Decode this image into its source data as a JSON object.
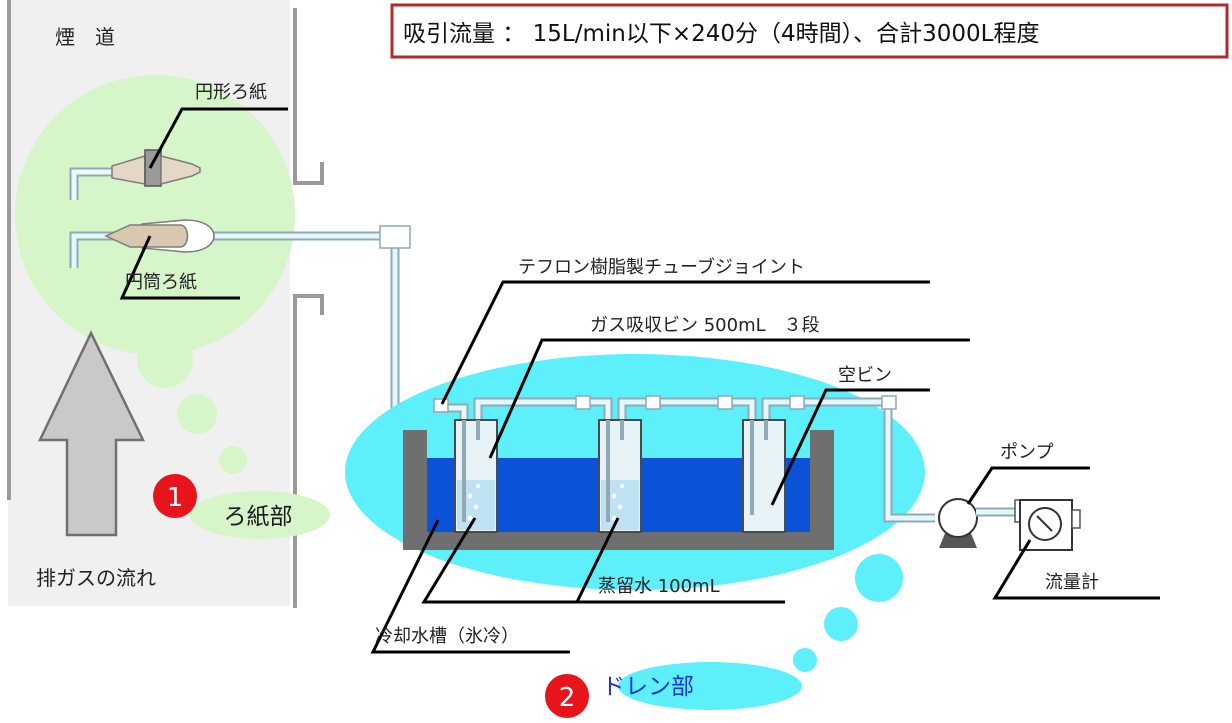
{
  "header_note": "吸引流量 ： 15L/min以下×240分（4時間）、合計3000L程度",
  "flue": {
    "title": "煙　道",
    "filter_round": "円形ろ紙",
    "filter_thimble": "円筒ろ紙",
    "flow_label": "排ガスの流れ"
  },
  "sections": {
    "filter": {
      "number": "1",
      "label": "ろ紙部"
    },
    "drain": {
      "number": "2",
      "label": "ドレン部"
    }
  },
  "labels": {
    "teflon_joint": "テフロン樹脂製チューブジョイント",
    "gas_bottle": "ガス吸収ビン 500mL　３段",
    "empty_bottle": "空ビン",
    "pump": "ポンプ",
    "flowmeter": "流量計",
    "distilled_water": "蒸留水 100mL",
    "cooling_bath": "冷却水槽（氷冷）"
  },
  "colors": {
    "frame_red": "#b02a2e",
    "flue_gray": "#f0f0f0",
    "bubble_green": "#d6f5c9",
    "badge_red": "#e8141b",
    "ellipse_cyan": "#5df0fb",
    "bath_blue": "#0a52d8",
    "bath_gray": "#6f6f6f",
    "drain_text_blue": "#1636d6"
  }
}
